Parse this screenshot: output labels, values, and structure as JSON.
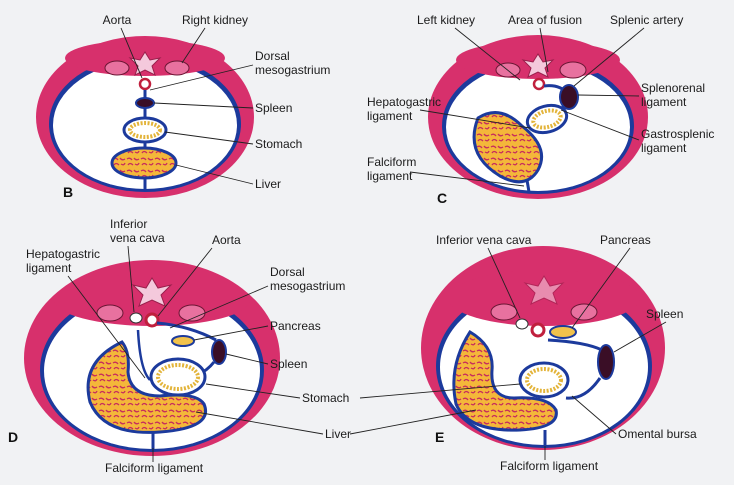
{
  "panels": {
    "B": {
      "letter": "B",
      "labels": {
        "aorta": "Aorta",
        "right_kidney": "Right kidney",
        "dorsal_1": "Dorsal",
        "dorsal_2": "mesogastrium",
        "spleen": "Spleen",
        "stomach": "Stomach",
        "liver": "Liver"
      }
    },
    "C": {
      "letter": "C",
      "labels": {
        "left_kidney": "Left kidney",
        "area_fusion": "Area of fusion",
        "splenic_artery": "Splenic artery",
        "splenorenal_1": "Splenorenal",
        "splenorenal_2": "ligament",
        "hepatogastric_1": "Hepatogastric",
        "hepatogastric_2": "ligament",
        "gastrosplenic_1": "Gastrosplenic",
        "gastrosplenic_2": "ligament",
        "falciform_1": "Falciform",
        "falciform_2": "ligament"
      }
    },
    "D": {
      "letter": "D",
      "labels": {
        "ivc_1": "Inferior",
        "ivc_2": "vena cava",
        "aorta": "Aorta",
        "hepatogastric_1": "Hepatogastric",
        "hepatogastric_2": "ligament",
        "dorsal_1": "Dorsal",
        "dorsal_2": "mesogastrium",
        "pancreas": "Pancreas",
        "spleen": "Spleen",
        "stomach": "Stomach",
        "liver": "Liver",
        "falciform": "Falciform ligament"
      }
    },
    "E": {
      "letter": "E",
      "labels": {
        "ivc": "Inferior vena cava",
        "pancreas": "Pancreas",
        "spleen": "Spleen",
        "omental_bursa": "Omental bursa",
        "falciform": "Falciform ligament"
      }
    }
  },
  "colors": {
    "body_wall": "#d7306c",
    "body_wall_light": "#e8719f",
    "membrane": "#1c3a9c",
    "cavity": "#ffffff",
    "liver_fill": "#f4b73a",
    "liver_texture": "#c72d5c",
    "spleen_fill": "#3a0e26",
    "pancreas_fill": "#f1c24b",
    "vertebra": "#f4c9dc",
    "background": "#f1f2f4"
  }
}
